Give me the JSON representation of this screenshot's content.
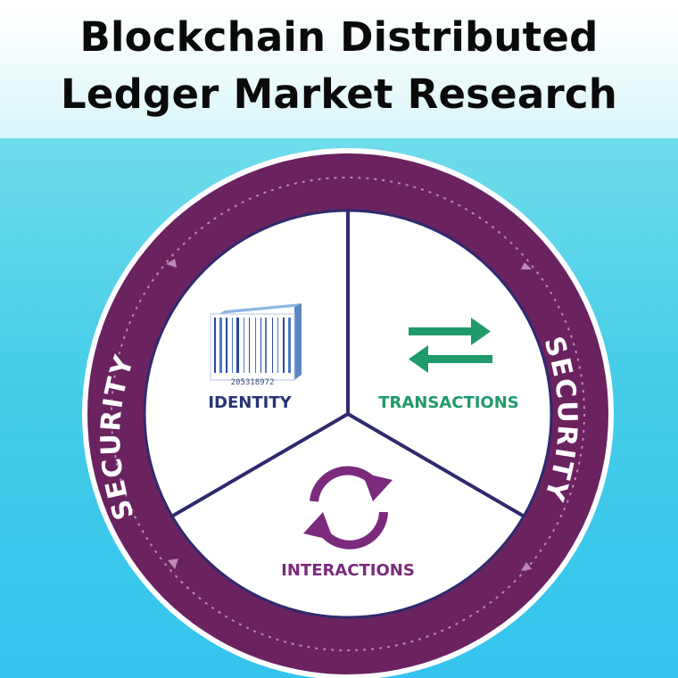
{
  "title": {
    "line1": "Blockchain Distributed",
    "line2": "Ledger Market Research"
  },
  "ring": {
    "left_label": "SECURITY",
    "right_label": "SECURITY"
  },
  "segments": {
    "identity": {
      "label": "IDENTITY",
      "barcode_number": "205318972",
      "icon": "barcode-icon",
      "color": "#27347a"
    },
    "transactions": {
      "label": "TRANSACTIONS",
      "icon": "exchange-arrows-icon",
      "color": "#1f9a6b"
    },
    "interactions": {
      "label": "INTERACTIONS",
      "icon": "refresh-cycle-icon",
      "color": "#7b2a7c"
    }
  },
  "colors": {
    "ring": "#6b2360",
    "divider": "#2f2a6e",
    "background_top": "#6fdcea",
    "background_bottom": "#34c4ee"
  }
}
